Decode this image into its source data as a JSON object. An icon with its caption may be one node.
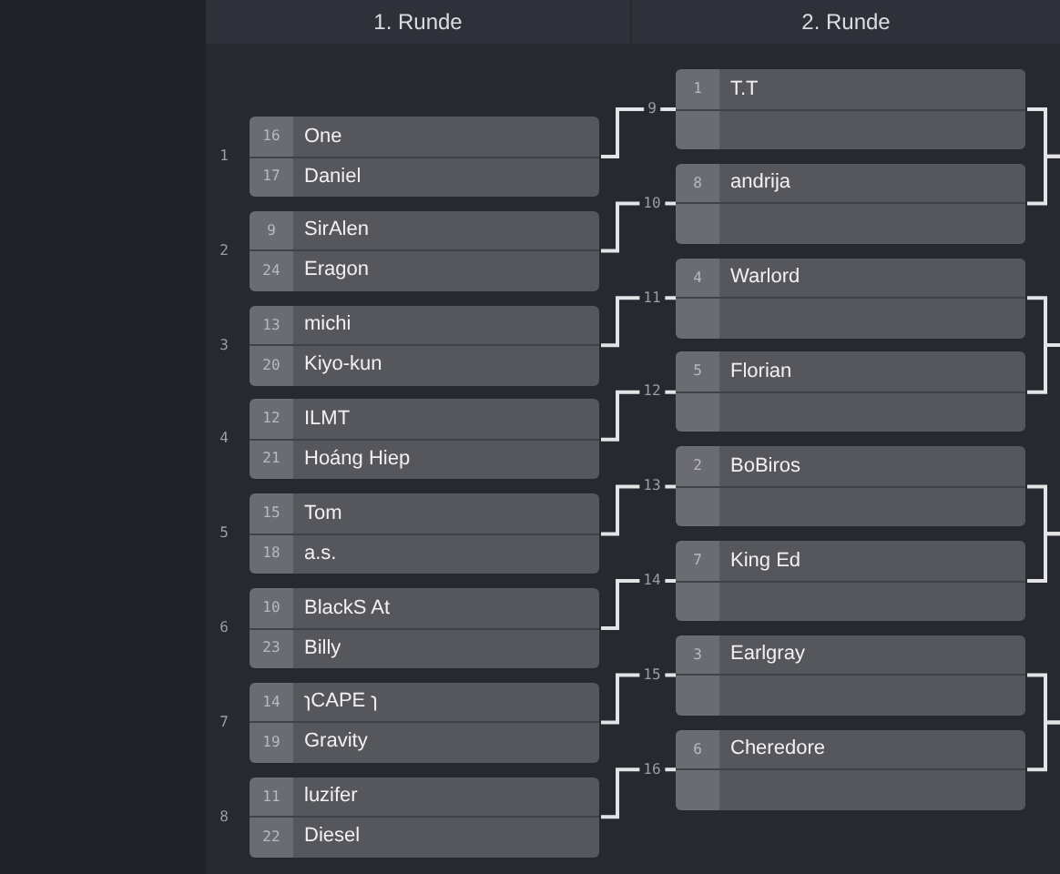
{
  "diagram": {
    "nodes": [
      {
        "text": [
          "1. Runde"
        ]
      },
      {
        "text": [
          "2. Runde"
        ]
      },
      {
        "text": [
          "16",
          "One",
          "17",
          "Daniel"
        ],
        "beside": [
          "1"
        ]
      },
      {
        "text": [
          "9",
          "SirAlen",
          "24",
          "Eragon"
        ],
        "beside": [
          "2"
        ]
      },
      {
        "text": [
          "13",
          "michi",
          "20",
          "Kiyo-kun"
        ],
        "beside": [
          "3"
        ]
      },
      {
        "text": [
          "12",
          "ILMT",
          "21",
          "Hoáng Hiep"
        ],
        "beside": [
          "4"
        ]
      },
      {
        "text": [
          "15",
          "Tom",
          "18",
          "a.s."
        ],
        "beside": [
          "5"
        ]
      },
      {
        "text": [
          "10",
          "BlackS At",
          "23",
          "Billy"
        ],
        "beside": [
          "6"
        ]
      },
      {
        "text": [
          "14",
          "ɿCAPE ɿ",
          "19",
          "Gravity"
        ],
        "beside": [
          "7"
        ]
      },
      {
        "text": [
          "11",
          "luzifer",
          "22",
          "Diesel"
        ],
        "beside": [
          "8"
        ]
      },
      {
        "text": [
          "1",
          "T.T"
        ]
      },
      {
        "text": [
          "8",
          "andrija"
        ]
      },
      {
        "text": [
          "4",
          "Warlord"
        ]
      },
      {
        "text": [
          "5",
          "Florian"
        ]
      },
      {
        "text": [
          "2",
          "BoBiros"
        ]
      },
      {
        "text": [
          "7",
          "King Ed"
        ]
      },
      {
        "text": [
          "3",
          "Earlgray"
        ]
      },
      {
        "text": [
          "6",
          "Cheredore"
        ]
      }
    ],
    "edges": [
      {
        "from": 2,
        "to": 10,
        "arrow": "none",
        "label": "9"
      },
      {
        "from": 3,
        "to": 11,
        "arrow": "none",
        "label": "10"
      },
      {
        "from": 4,
        "to": 12,
        "arrow": "none",
        "label": "11"
      },
      {
        "from": 5,
        "to": 13,
        "arrow": "none",
        "label": "12"
      },
      {
        "from": 6,
        "to": 14,
        "arrow": "none",
        "label": "13"
      },
      {
        "from": 7,
        "to": 15,
        "arrow": "none",
        "label": "14"
      },
      {
        "from": 8,
        "to": 16,
        "arrow": "none",
        "label": "15"
      },
      {
        "from": 9,
        "to": 17,
        "arrow": "none",
        "label": "16"
      },
      {
        "from": 10,
        "to": null,
        "arrow": "none"
      },
      {
        "from": 11,
        "to": null,
        "arrow": "none"
      },
      {
        "from": 12,
        "to": null,
        "arrow": "none"
      },
      {
        "from": 13,
        "to": null,
        "arrow": "none"
      },
      {
        "from": 14,
        "to": null,
        "arrow": "none"
      },
      {
        "from": 15,
        "to": null,
        "arrow": "none"
      },
      {
        "from": 16,
        "to": null,
        "arrow": "none"
      },
      {
        "from": 17,
        "to": null,
        "arrow": "none"
      }
    ]
  }
}
